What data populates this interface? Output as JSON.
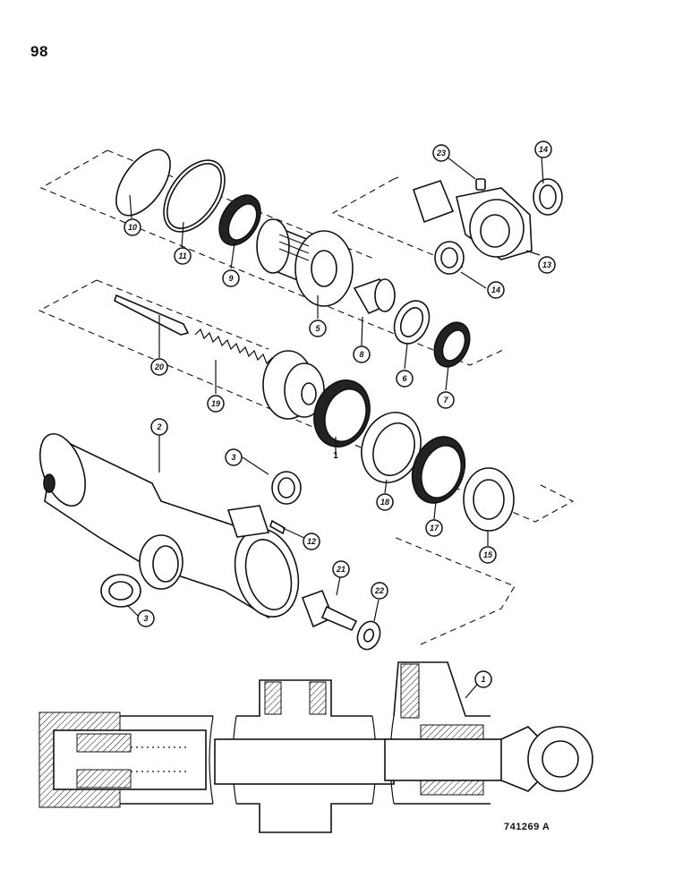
{
  "page_number": "98",
  "figure_code": "741269 A",
  "callouts": [
    {
      "id": "c1",
      "label": "1"
    },
    {
      "id": "c2",
      "label": "2"
    },
    {
      "id": "c3a",
      "label": "3"
    },
    {
      "id": "c3b",
      "label": "3"
    },
    {
      "id": "c5",
      "label": "5"
    },
    {
      "id": "c6",
      "label": "6"
    },
    {
      "id": "c7",
      "label": "7"
    },
    {
      "id": "c8",
      "label": "8"
    },
    {
      "id": "c9",
      "label": "9"
    },
    {
      "id": "c10",
      "label": "10"
    },
    {
      "id": "c11",
      "label": "11"
    },
    {
      "id": "c12",
      "label": "12"
    },
    {
      "id": "c13",
      "label": "13"
    },
    {
      "id": "c14a",
      "label": "14"
    },
    {
      "id": "c14b",
      "label": "14"
    },
    {
      "id": "c15",
      "label": "15"
    },
    {
      "id": "c17",
      "label": "17"
    },
    {
      "id": "c18",
      "label": "18"
    },
    {
      "id": "c19",
      "label": "19"
    },
    {
      "id": "c20",
      "label": "20"
    },
    {
      "id": "c21",
      "label": "21"
    },
    {
      "id": "c22",
      "label": "22"
    },
    {
      "id": "c23",
      "label": "23"
    }
  ],
  "loose_label": "1"
}
